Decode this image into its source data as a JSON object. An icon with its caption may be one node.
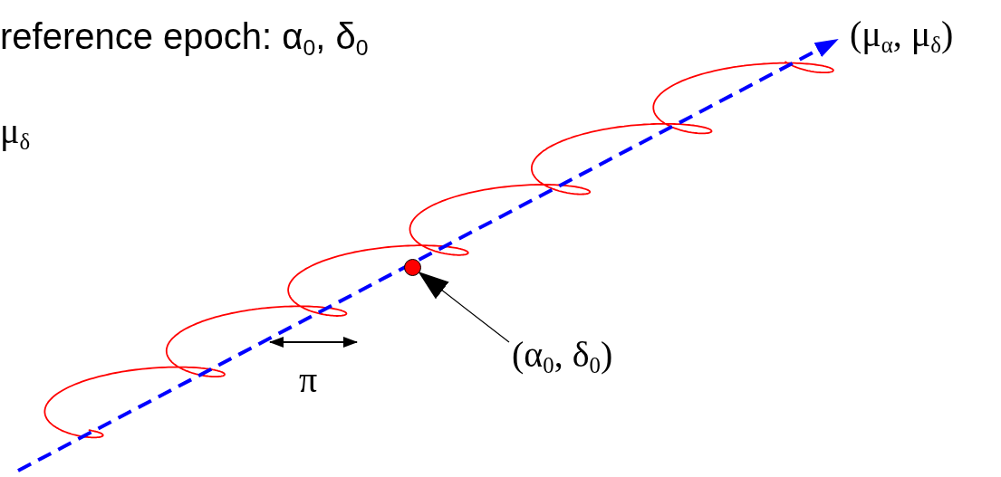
{
  "diagram": {
    "nodes": [
      {
        "text": [],
        "shape": "circle"
      },
      {
        "text": [
          "(α$_{0}$, δ$_{0}$)"
        ]
      }
    ],
    "edges": [
      {
        "from": 1,
        "to": 0,
        "arrow": "to"
      }
    ],
    "labels": [
      "reference epoch: α$_{0}$, δ$_{0}$",
      "μ$_{δ}$",
      "(μ$_{α}$, μ$_{δ}$)",
      "π"
    ]
  }
}
